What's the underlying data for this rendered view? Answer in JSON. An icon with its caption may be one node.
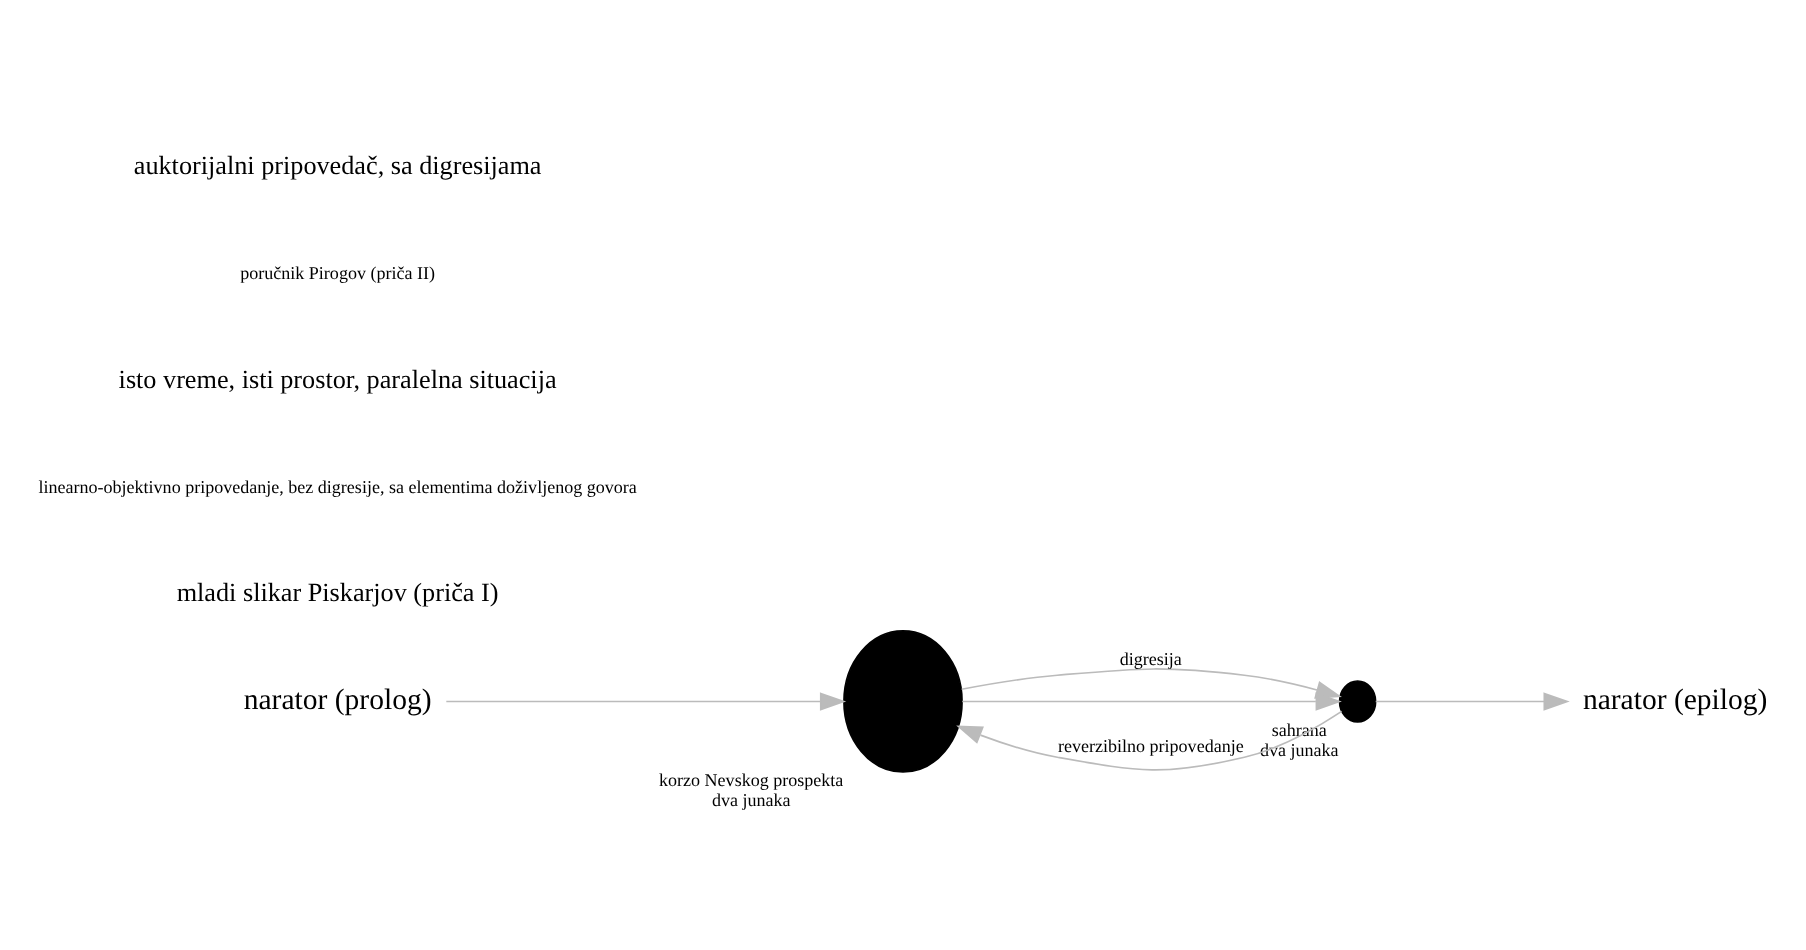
{
  "diagram": {
    "nodes": [
      {
        "text": [
          "narator (prolog)"
        ]
      },
      {
        "text": [],
        "shape": "circle",
        "beside": [
          "korzo Nevskog prospekta",
          "dva junaka"
        ]
      },
      {
        "text": [],
        "shape": "circle",
        "beside": [
          "sahrana",
          "dva junaka"
        ]
      },
      {
        "text": [
          "narator (epilog)"
        ]
      }
    ],
    "edges": [
      {
        "from": 0,
        "to": 1,
        "arrow": "to"
      },
      {
        "from": 1,
        "to": 2,
        "arrow": "to",
        "label": "digresija"
      },
      {
        "from": 2,
        "to": 1,
        "arrow": "to",
        "label": "reverzibilno pripovedanje"
      },
      {
        "from": 1,
        "to": 2,
        "arrow": "to"
      },
      {
        "from": 2,
        "to": 3,
        "arrow": "to"
      }
    ],
    "labels": [
      "mladi slikar Piskarjov (priča I)",
      "linearno-objektivno pripovedanje, bez digresije, sa elementima doživljenog govora",
      "isto vreme, isti prostor, paralelna situacija",
      "poručnik Pirogov (priča II)",
      "auktorijalni pripovedač, sa digresijama"
    ]
  }
}
